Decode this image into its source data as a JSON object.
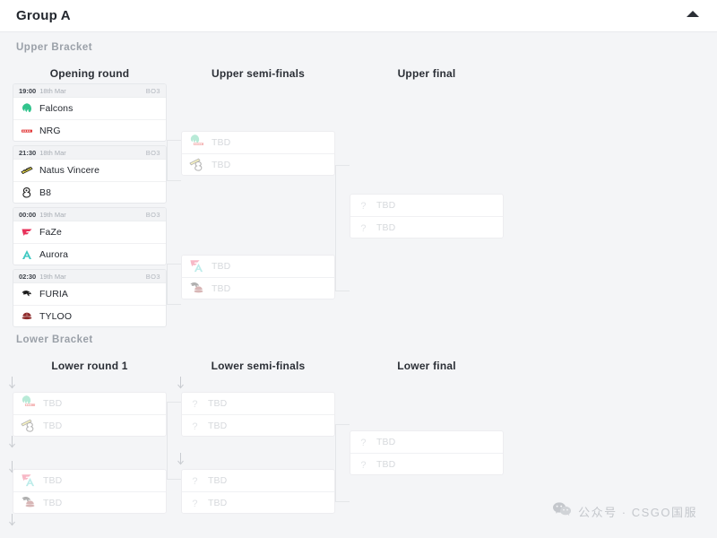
{
  "header": {
    "title": "Group A",
    "collapse_icon": "chevron-up-icon"
  },
  "brackets": {
    "upper_label": "Upper Bracket",
    "lower_label": "Lower Bracket"
  },
  "rounds": {
    "opening": "Opening round",
    "upper_semis": "Upper semi-finals",
    "upper_final": "Upper final",
    "lower_round_1": "Lower round 1",
    "lower_semis": "Lower semi-finals",
    "lower_final": "Lower final"
  },
  "placeholder": {
    "name": "TBD",
    "icon": "question-mark-icon"
  },
  "matches": {
    "opening": [
      {
        "time": "19:00",
        "date": "18th Mar",
        "format": "BO3",
        "teams": [
          {
            "name": "Falcons",
            "logo": "falcons-logo",
            "color": "#32c48d"
          },
          {
            "name": "NRG",
            "logo": "nrg-logo",
            "color": "#e23a3a"
          }
        ]
      },
      {
        "time": "21:30",
        "date": "18th Mar",
        "format": "BO3",
        "teams": [
          {
            "name": "Natus Vincere",
            "logo": "navi-logo",
            "color": "#f0e14a"
          },
          {
            "name": "B8",
            "logo": "b8-logo",
            "color": "#1b1b1b"
          }
        ]
      },
      {
        "time": "00:00",
        "date": "19th Mar",
        "format": "BO3",
        "teams": [
          {
            "name": "FaZe",
            "logo": "faze-logo",
            "color": "#e8325a"
          },
          {
            "name": "Aurora",
            "logo": "aurora-logo",
            "color": "#3fc9c2"
          }
        ]
      },
      {
        "time": "02:30",
        "date": "19th Mar",
        "format": "BO3",
        "teams": [
          {
            "name": "FURIA",
            "logo": "furia-logo",
            "color": "#1b1b1b"
          },
          {
            "name": "TYLOO",
            "logo": "tyloo-logo",
            "color": "#8e2b2b"
          }
        ]
      }
    ],
    "upper_semis": [
      {
        "teams": [
          {
            "name": "TBD",
            "stack": [
              "falcons-logo",
              "nrg-logo"
            ]
          },
          {
            "name": "TBD",
            "stack": [
              "navi-logo",
              "b8-logo"
            ]
          }
        ]
      },
      {
        "teams": [
          {
            "name": "TBD",
            "stack": [
              "faze-logo",
              "aurora-logo"
            ]
          },
          {
            "name": "TBD",
            "stack": [
              "furia-logo",
              "tyloo-logo"
            ]
          }
        ]
      }
    ],
    "upper_final": [
      {
        "teams": [
          {
            "name": "TBD",
            "icon": "question-mark-icon"
          },
          {
            "name": "TBD",
            "icon": "question-mark-icon"
          }
        ]
      }
    ],
    "lower_round_1": [
      {
        "teams": [
          {
            "name": "TBD",
            "stack": [
              "falcons-logo",
              "nrg-logo"
            ]
          },
          {
            "name": "TBD",
            "stack": [
              "navi-logo",
              "b8-logo"
            ]
          }
        ]
      },
      {
        "teams": [
          {
            "name": "TBD",
            "stack": [
              "faze-logo",
              "aurora-logo"
            ]
          },
          {
            "name": "TBD",
            "stack": [
              "furia-logo",
              "tyloo-logo"
            ]
          }
        ]
      }
    ],
    "lower_semis": [
      {
        "teams": [
          {
            "name": "TBD",
            "icon": "question-mark-icon"
          },
          {
            "name": "TBD",
            "icon": "question-mark-icon"
          }
        ]
      },
      {
        "teams": [
          {
            "name": "TBD",
            "icon": "question-mark-icon"
          },
          {
            "name": "TBD",
            "icon": "question-mark-icon"
          }
        ]
      }
    ],
    "lower_final": [
      {
        "teams": [
          {
            "name": "TBD",
            "icon": "question-mark-icon"
          },
          {
            "name": "TBD",
            "icon": "question-mark-icon"
          }
        ]
      }
    ]
  },
  "watermark": {
    "icon": "wechat-icon",
    "text": "公众号 · CSGO国服"
  },
  "colors": {
    "page_bg": "#f4f5f7",
    "card_bg": "#ffffff",
    "card_border": "#e6e8eb",
    "head_bg": "#f2f3f5",
    "text": "#23272e",
    "muted": "#9aa0a8",
    "placeholder": "#d6d9dd",
    "line": "#e4e6e9"
  }
}
